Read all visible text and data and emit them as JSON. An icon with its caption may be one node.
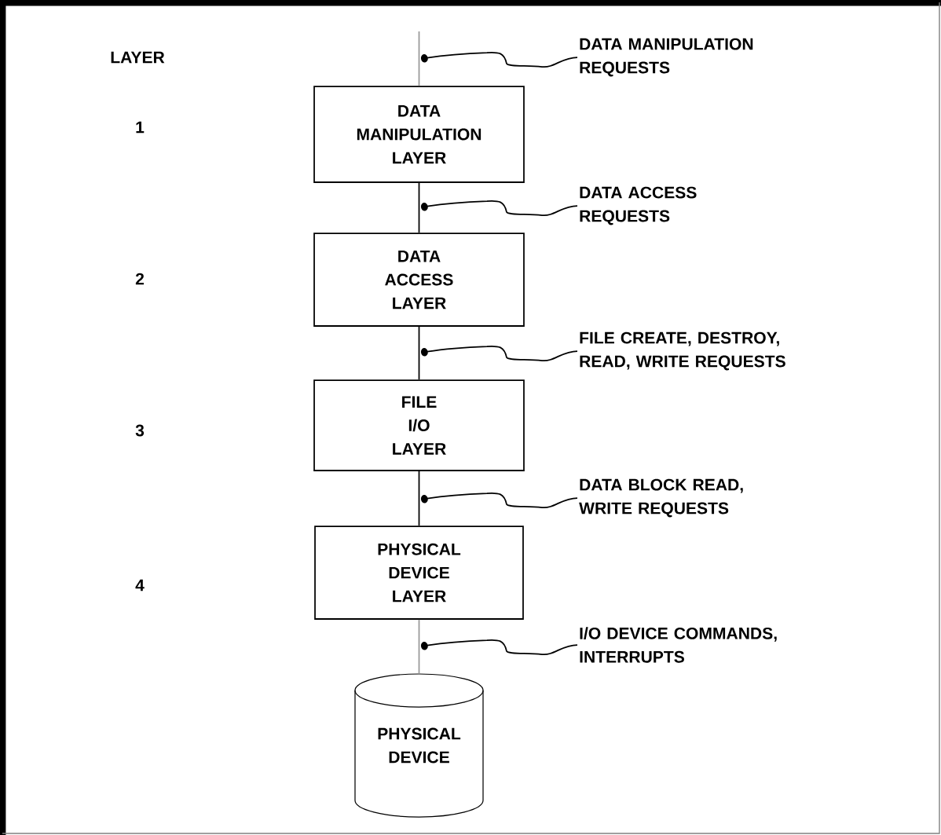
{
  "diagram": {
    "nodes": [
      {
        "text": [
          "DATA MANIPULATION LAYER"
        ]
      },
      {
        "text": [
          "DATA ACCESS LAYER"
        ]
      },
      {
        "text": [
          "FILE I/O LAYER"
        ]
      },
      {
        "text": [
          "PHYSICAL DEVICE LAYER"
        ]
      },
      {
        "text": [
          "PHYSICAL DEVICE"
        ]
      },
      {
        "text": [
          "DATA MANIPULATION REQUESTS"
        ]
      },
      {
        "text": [
          "DATA ACCESS REQUESTS"
        ]
      },
      {
        "text": [
          "FILE CREATE, DESTROY, READ, WRITE REQUESTS"
        ]
      },
      {
        "text": [
          "DATA BLOCK READ, WRITE REQUESTS"
        ]
      },
      {
        "text": [
          "I/O DEVICE COMMANDS, INTERRUPTS"
        ]
      }
    ],
    "edges": [
      {
        "from": null,
        "to": 0,
        "arrow": "none",
        "color": "#999999"
      },
      {
        "from": 0,
        "to": 1,
        "arrow": "none"
      },
      {
        "from": 1,
        "to": 2,
        "arrow": "none"
      },
      {
        "from": 2,
        "to": 3,
        "arrow": "none"
      },
      {
        "from": 3,
        "to": 4,
        "arrow": "none",
        "color": "#999999"
      },
      {
        "from": 5,
        "to": null,
        "arrow": "to"
      },
      {
        "from": 6,
        "to": null,
        "arrow": "to"
      },
      {
        "from": 7,
        "to": null,
        "arrow": "to"
      },
      {
        "from": 8,
        "to": null,
        "arrow": "to"
      },
      {
        "from": 9,
        "to": null,
        "arrow": "to"
      }
    ],
    "labels": [
      "LAYER",
      "1",
      "2",
      "3",
      "4"
    ]
  }
}
